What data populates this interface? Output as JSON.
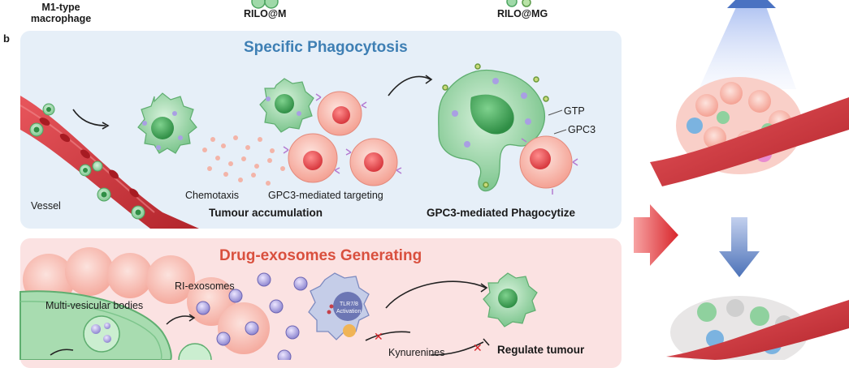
{
  "top": {
    "m1_label": "M1-type\nmacrophage",
    "rilo_m": "RILO@M",
    "rilo_mg": "RILO@MG"
  },
  "panel_letter": "b",
  "panel_specific": {
    "title": "Specific Phagocytosis",
    "vessel": "Vessel",
    "chemotaxis": "Chemotaxis",
    "gpc3_targeting": "GPC3-mediated targeting",
    "tumour_accumulation": "Tumour accumulation",
    "gtp": "GTP",
    "gpc3": "GPC3",
    "phagocytize": "GPC3-mediated Phagocytize"
  },
  "panel_drug": {
    "title": "Drug-exosomes Generating",
    "ri_exosomes": "RI-exosomes",
    "mvb": "Multi-vesicular bodies",
    "tlr_line1": "TLR7/8",
    "tlr_line2": "Activation",
    "kynurenines": "Kynurenines",
    "regulate": "Regulate tumour"
  },
  "colors": {
    "panel_blue": "#e6eff8",
    "panel_red": "#fbe2e2",
    "title_blue": "#3e7fb4",
    "title_red": "#d9503e",
    "macrophage_green": "#8fd19e",
    "tumour_pink": "#f4a69a",
    "vessel_red": "#c8333a",
    "arrow_red": "#d8252b",
    "arrow_blue": "#5a7fbf"
  }
}
